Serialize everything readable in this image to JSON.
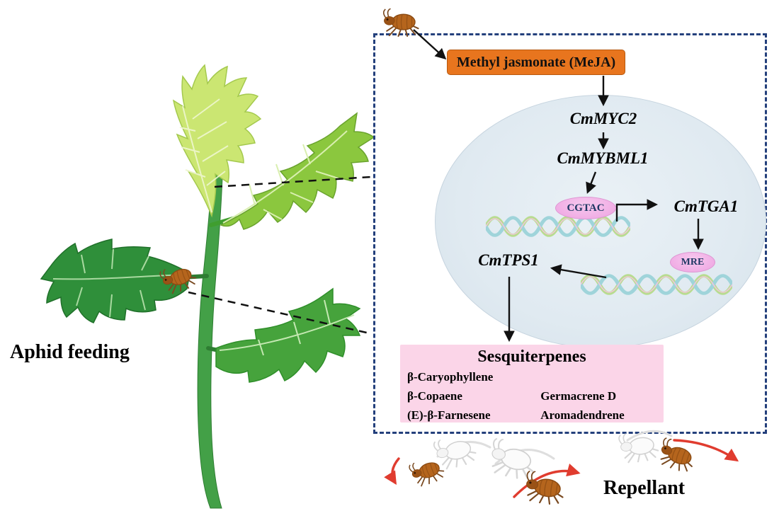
{
  "labels": {
    "aphid_feeding": "Aphid feeding",
    "repellant": "Repellant"
  },
  "pathway": {
    "meja_label": "Methyl jasmonate (MeJA)",
    "nodes": {
      "cmmyc2": "CmMYC2",
      "cmmybml1": "CmMYBML1",
      "cgtac": "CGTAC",
      "cmtga1": "CmTGA1",
      "mre": "MRE",
      "cmtps1": "CmTPS1"
    }
  },
  "sesquiterpenes": {
    "title": "Sesquiterpenes",
    "col1": [
      "β-Caryophyllene",
      "β-Copaene",
      "(E)-β-Farnesene"
    ],
    "col2": [
      "Germacrene D",
      "Aromadendrene"
    ]
  },
  "colors": {
    "meja_box": "#E8751E",
    "pink_node": "#F0ACE4",
    "sesquiterpene_box": "#FBD5E8",
    "cell_fill": "#E0EAF1",
    "dashed_border": "#24407C",
    "repel_arrow": "#E03C2F",
    "aphid_body": "#B5651D",
    "plant_green": "#46A33C"
  }
}
